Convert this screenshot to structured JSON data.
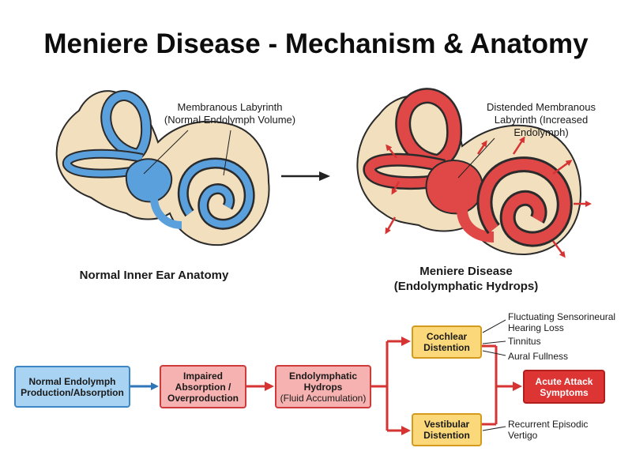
{
  "title": "Meniere Disease - Mechanism & Anatomy",
  "anatomy": {
    "normal": {
      "label_line1": "Membranous Labyrinth",
      "label_line2": "(Normal Endolymph Volume)",
      "caption": "Normal Inner Ear Anatomy"
    },
    "disease": {
      "label_line1": "Distended Membranous",
      "label_line2": "Labyrinth (Increased",
      "label_line3": "Endolymph)",
      "caption_line1": "Meniere Disease",
      "caption_line2": "(Endolymphatic Hydrops)"
    }
  },
  "flow": {
    "normal_production": {
      "line1": "Normal Endolymph",
      "line2": "Production/Absorption"
    },
    "impaired": {
      "line1": "Impaired",
      "line2": "Absorption /",
      "line3": "Overproduction"
    },
    "hydrops": {
      "line1": "Endolymphatic",
      "line2": "Hydrops",
      "line3": "(Fluid Accumulation)"
    },
    "cochlear": {
      "line1": "Cochlear",
      "line2": "Distention"
    },
    "vestibular": {
      "line1": "Vestibular",
      "line2": "Distention"
    },
    "acute": {
      "line1": "Acute Attack",
      "line2": "Symptoms"
    }
  },
  "symptoms": {
    "hearing_line1": "Fluctuating Sensorineural",
    "hearing_line2": "Hearing Loss",
    "tinnitus": "Tinnitus",
    "fullness": "Aural Fullness",
    "vertigo_line1": "Recurrent Episodic",
    "vertigo_line2": "Vertigo"
  },
  "colors": {
    "normal_fluid": "#5aa0dc",
    "disease_fluid": "#e04848",
    "bone": "#f1dfbe",
    "arrow_blue": "#2f76b8",
    "arrow_red": "#d63333"
  }
}
